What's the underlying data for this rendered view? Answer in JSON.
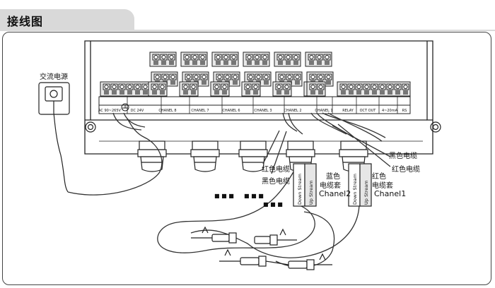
{
  "section": {
    "title": "接线图"
  },
  "power": {
    "label": "交流电源"
  },
  "board": {
    "bottom_labels": [
      "AC 90~265V",
      "DC 24V",
      "CHANEL 8",
      "CHANEL 7",
      "CHANEL 6",
      "CHANEL 3",
      "CHANEL 2",
      "CHANEL 1",
      "RELAY",
      "OCT OUT",
      "4~20mA",
      "RS"
    ]
  },
  "cables": {
    "black_right": "黑色电缆",
    "red_right": "红色电缆",
    "red_left": "红色电缆",
    "black_left": "黑色电缆",
    "blue_sleeve_1": "蓝色",
    "blue_sleeve_2": "电缆套",
    "red_sleeve_1": "红色",
    "red_sleeve_2": "电缆套"
  },
  "channels": {
    "ch2": "Chanel2",
    "ch1": "Chanel1",
    "down_stream": "Down Stream",
    "up_stream": "Up Stream"
  },
  "dots": "■ ■ ■"
}
